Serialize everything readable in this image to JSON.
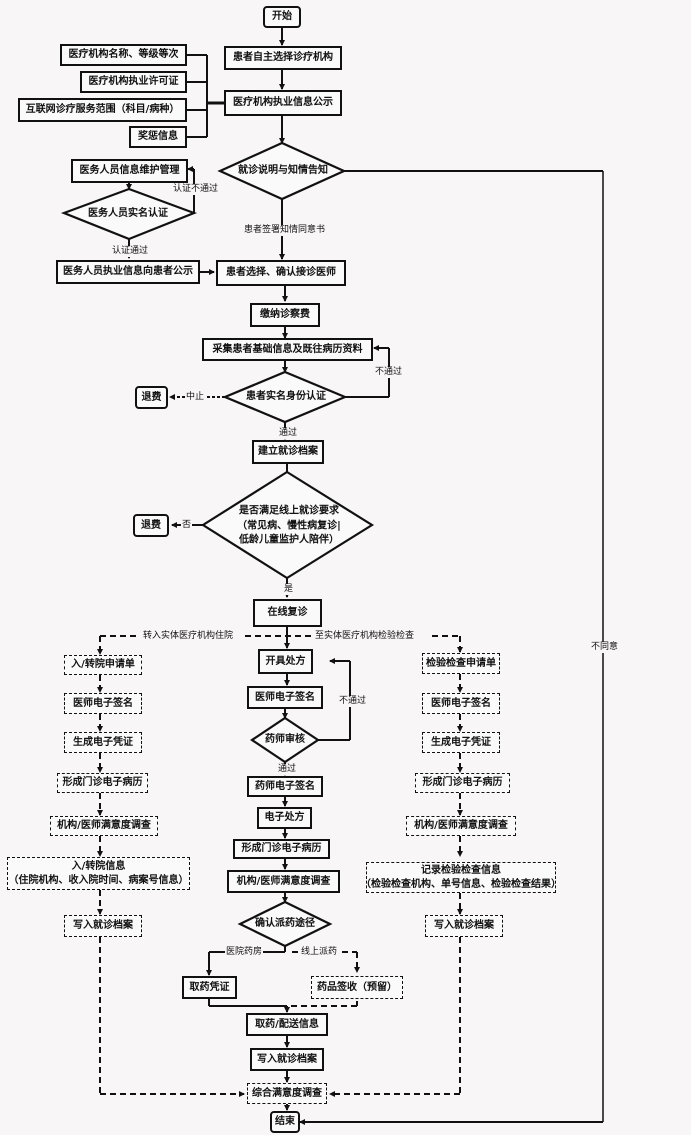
{
  "title": "互联网诊疗服务流程图",
  "start": "开始",
  "end": "结束",
  "steps": {
    "select_institution": "患者自主选择诊疗机构",
    "institution_disclosure": "医疗机构执业信息公示",
    "consent_decision": "就诊说明与知情告知",
    "staff_maintenance": "医务人员信息维护管理",
    "staff_realname_decision": "医务人员实名认证",
    "staff_disclosure": "医务人员执业信息向患者公示",
    "choose_doctor": "患者选择、确认接诊医师",
    "pay_fee": "缴纳诊察费",
    "collect_info": "采集患者基础信息及既往病历资料",
    "patient_realname_decision": "患者实名身份认证",
    "refund_1": "退费",
    "create_record": "建立就诊档案",
    "online_eligibility_decision": [
      "是否满足线上就诊要求",
      "（常见病、慢性病复诊|",
      "低龄儿童监护人陪伴）"
    ],
    "refund_2": "退费",
    "online_followup": "在线复诊"
  },
  "disclosure_items": [
    "医疗机构名称、等级等次",
    "医疗机构执业许可证",
    "互联网诊疗服务范围（科目/病种）",
    "奖惩信息"
  ],
  "left_branch": {
    "label": "转入实体医疗机构住院",
    "items": [
      "入/转院申请单",
      "医师电子签名",
      "生成电子凭证",
      "形成门诊电子病历",
      "机构/医师满意度调查"
    ],
    "info": [
      "入/转院信息",
      "（住院机构、收入院时间、病案号信息）"
    ],
    "write_record": "写入就诊档案"
  },
  "middle_branch": {
    "prescribe": "开具处方",
    "doctor_sign": "医师电子签名",
    "pharmacist_review": "药师审核",
    "pharmacist_sign": "药师电子签名",
    "e_prescription": "电子处方",
    "outpatient_record": "形成门诊电子病历",
    "satisfaction": "机构/医师满意度调查",
    "delivery_decision": "确认派药途径",
    "pickup_voucher": "取药凭证",
    "drug_receipt": "药品签收（预留）",
    "pickup_delivery_info": "取药/配送信息",
    "write_record": "写入就诊档案",
    "overall_survey": "综合满意度调查"
  },
  "right_branch": {
    "label": "至实体医疗机构检验检查",
    "items": [
      "检验检查申请单",
      "医师电子签名",
      "生成电子凭证",
      "形成门诊电子病历",
      "机构/医师满意度调查"
    ],
    "info": [
      "记录检验检查信息",
      "（检验检查机构、单号信息、检验检查结果）"
    ],
    "write_record": "写入就诊档案"
  },
  "edge_labels": {
    "staff_fail": "认证不通过",
    "staff_pass": "认证通过",
    "consent_signed": "患者签署知情同意书",
    "disagree": "不同意",
    "patient_fail": "不通过",
    "stop": "中止",
    "patient_pass": "通过",
    "no": "否",
    "yes": "是",
    "review_fail": "不通过",
    "review_pass": "通过",
    "hospital_pharmacy": "医院药房",
    "online_dispatch": "线上派药"
  }
}
